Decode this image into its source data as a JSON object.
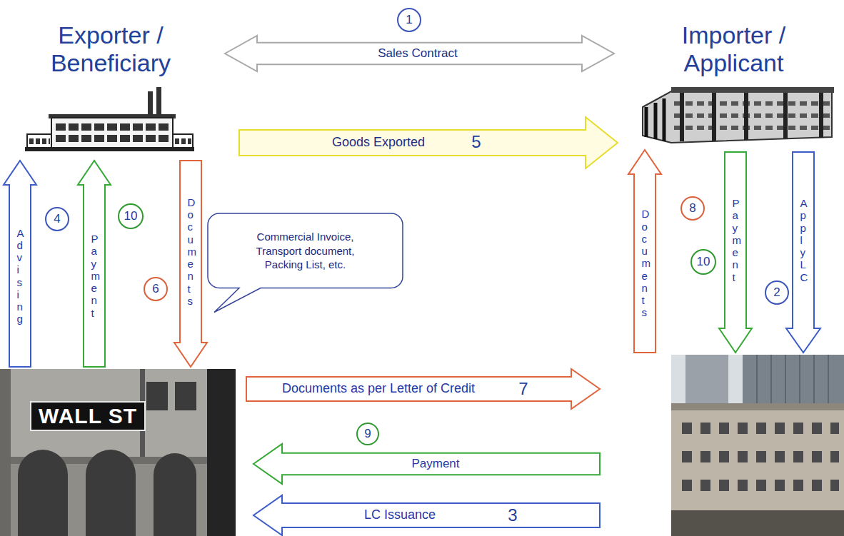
{
  "diagram": {
    "nodes": [
      {
        "text": [
          "Exporter / Beneficiary"
        ]
      },
      {
        "text": [
          "Importer / Applicant"
        ]
      },
      {
        "text": [
          "Commercial Invoice, Transport document, Packing List, etc."
        ]
      },
      {
        "text": [
          "WALL ST"
        ]
      },
      {
        "text": []
      }
    ],
    "edges": [
      {
        "from": 0,
        "to": 1,
        "arrow": "both",
        "label": "Sales Contract"
      },
      {
        "from": 1,
        "to": 4,
        "arrow": "to",
        "label": "Apply LC"
      },
      {
        "from": 4,
        "to": 3,
        "arrow": "to",
        "label": "LC Issuance"
      },
      {
        "from": 3,
        "to": 0,
        "arrow": "to",
        "label": "Advising"
      },
      {
        "from": 0,
        "to": 1,
        "arrow": "to",
        "label": "Goods Exported"
      },
      {
        "from": 0,
        "to": 3,
        "arrow": "to",
        "label": "Documents"
      },
      {
        "from": 3,
        "to": 4,
        "arrow": "to",
        "label": "Documents as per Letter of Credit"
      },
      {
        "from": 4,
        "to": 1,
        "arrow": "to",
        "label": "Documents"
      },
      {
        "from": 4,
        "to": 3,
        "arrow": "to",
        "label": "Payment"
      },
      {
        "from": 1,
        "to": 4,
        "arrow": "to",
        "label": "Payment"
      },
      {
        "from": 3,
        "to": 0,
        "arrow": "to",
        "label": "Payment"
      }
    ],
    "labels": [
      "1",
      "5",
      "4",
      "10",
      "6",
      "8",
      "10",
      "2",
      "7",
      "9",
      "3"
    ]
  }
}
